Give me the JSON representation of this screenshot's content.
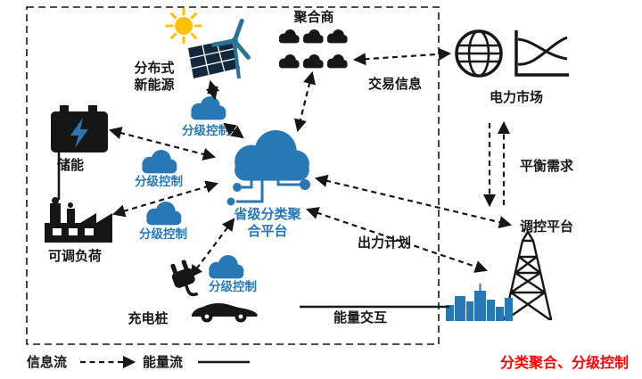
{
  "colors": {
    "blue": "#2878B5",
    "ink": "#161616",
    "red": "#FF0000",
    "sun": "#FFC000",
    "turbine": "#2A7296"
  },
  "nodes": {
    "distributed_energy": {
      "line1": "分布式",
      "line2": "新能源"
    },
    "aggregator": {
      "label": "聚合商"
    },
    "power_market": {
      "label": "电力市场"
    },
    "control_platform": {
      "label": "调控平台"
    },
    "storage": {
      "label": "储能"
    },
    "adjustable_load": {
      "label": "可调负荷"
    },
    "charging_pile": {
      "label": "充电桩"
    },
    "provincial_platform": {
      "line1": "省级分类聚",
      "line2": "合平台"
    },
    "hierarchical_control": {
      "label": "分级控制"
    }
  },
  "flows": {
    "trade_info": "交易信息",
    "balance_demand": "平衡需求",
    "output_plan": "出力计划",
    "energy_interaction": "能量交互"
  },
  "legend": {
    "info_flow": "信息流",
    "energy_flow": "能量流"
  },
  "caption": "分类聚合、分级控制"
}
